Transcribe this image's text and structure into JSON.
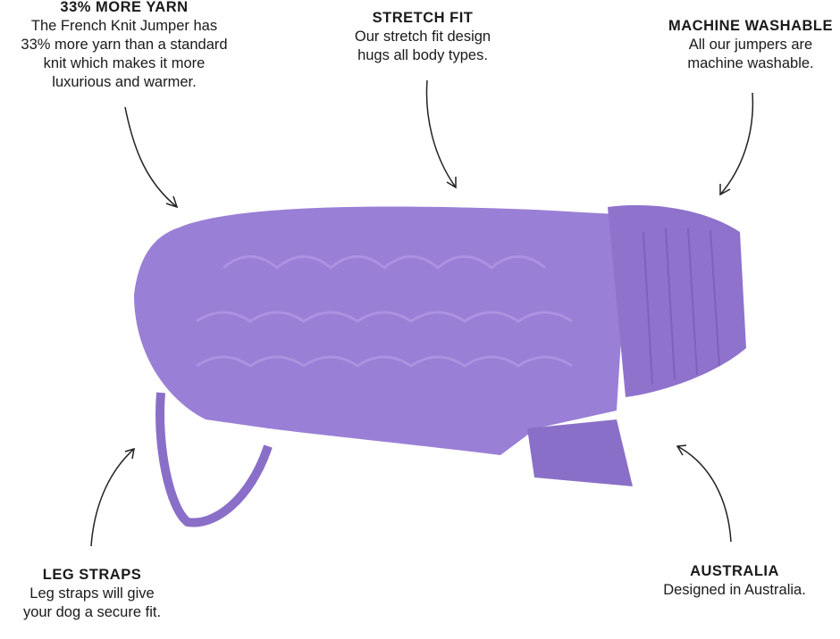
{
  "features": [
    {
      "title": "33% MORE YARN",
      "lines": [
        "The French Knit Jumper has",
        "33% more yarn than a standard",
        "knit which makes it more",
        "luxurious and warmer."
      ]
    },
    {
      "title": "STRETCH FIT",
      "lines": [
        "Our stretch fit design",
        "hugs all body types."
      ]
    },
    {
      "title": "MACHINE WASHABLE",
      "lines": [
        "All our jumpers are",
        "machine washable."
      ]
    },
    {
      "title": "LEG STRAPS",
      "lines": [
        "Leg straps will give",
        "your dog a secure fit."
      ]
    },
    {
      "title": "AUSTRALIA",
      "lines": [
        "Designed in Australia."
      ]
    }
  ],
  "colors": {
    "sweater": "#9a7fd6",
    "sweater_dark": "#7d62bd",
    "text": "#1a1a1a"
  }
}
